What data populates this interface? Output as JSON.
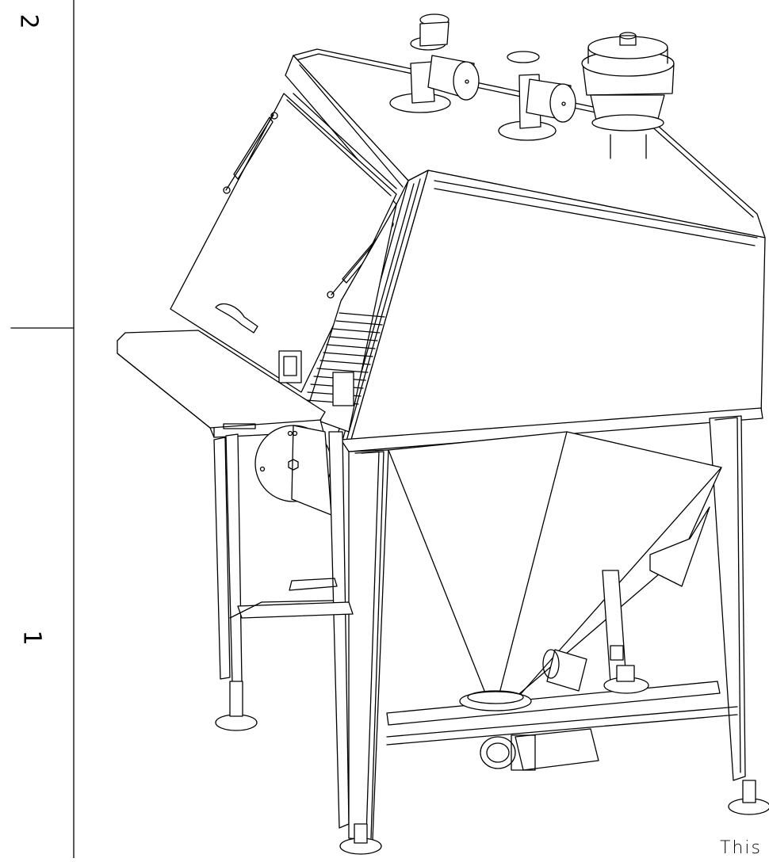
{
  "drawing": {
    "zone_labels": [
      "2",
      "1"
    ],
    "footer_text": "This"
  },
  "colors": {
    "line": "#000000",
    "paper": "#ffffff"
  }
}
